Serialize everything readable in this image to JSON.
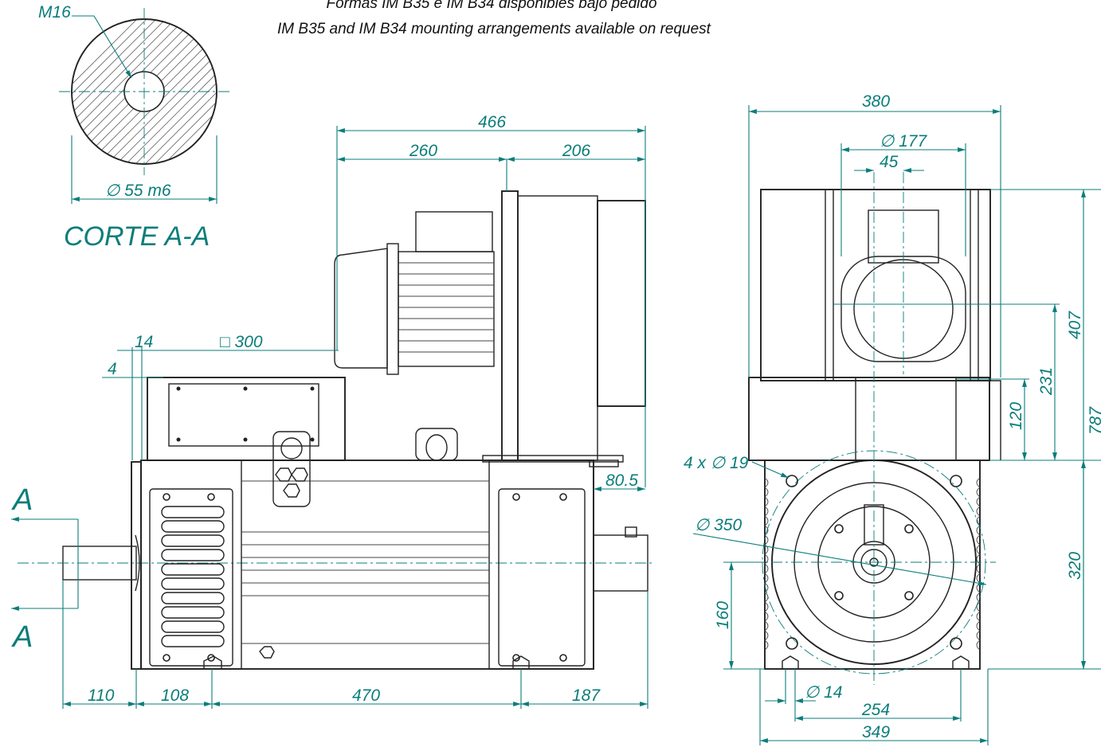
{
  "header": {
    "line1": "Formas IM B35 e IM B34 disponibles bajo pedido",
    "line2": "IM B35 and IM B34 mounting arrangements available on request"
  },
  "section": {
    "thread": "M16",
    "diameter": "∅ 55 m6",
    "title": "CORTE A-A"
  },
  "side_view": {
    "overall_top": "466",
    "top_left": "260",
    "top_right": "206",
    "flange_offset": "14",
    "terminal_box": "□ 300",
    "shoulder": "4",
    "fan_overhang": "80.5",
    "section_mark": "A",
    "bottom_shaft": "110",
    "bottom_front": "108",
    "bottom_middle": "470",
    "bottom_rear": "187"
  },
  "end_view": {
    "overall_width": "380",
    "fan_diameter": "∅ 177",
    "fan_offset": "45",
    "holes": "4 x ∅ 19",
    "pcd": "∅ 350",
    "height_total": "787",
    "height_fan_axis": "407",
    "height_fan": "231",
    "height_box": "120",
    "height_frame": "320",
    "shaft_height": "160",
    "foot_hole": "∅ 14",
    "foot_span_inner": "254",
    "foot_span_outer": "349"
  }
}
